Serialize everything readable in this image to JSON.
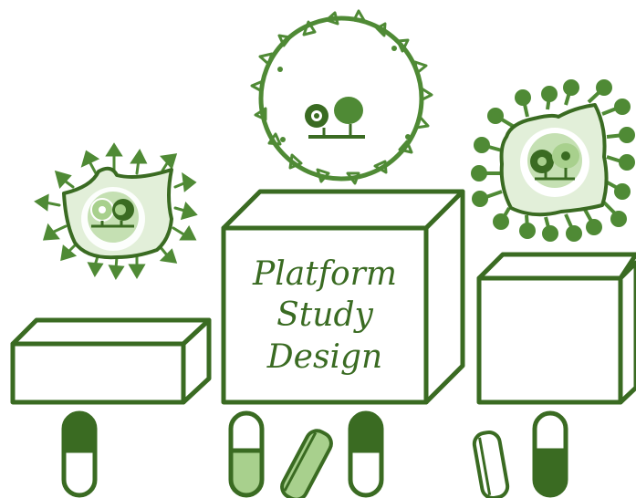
{
  "center_box": {
    "label_lines": [
      "Platform",
      "Study",
      "Design"
    ]
  },
  "colors": {
    "dark_green": "#3a6b22",
    "mid_green": "#4f8a35",
    "light_green": "#a8d08d",
    "pale_green": "#e2efd9",
    "white": "#ffffff"
  },
  "icons": {
    "left_cell": "spiky-virus-cell-icon",
    "center_cell": "round-spiky-cell-icon",
    "right_cell": "receptor-studded-cell-icon",
    "capsules": "capsule-icon",
    "tablets": "tablet-icon"
  }
}
